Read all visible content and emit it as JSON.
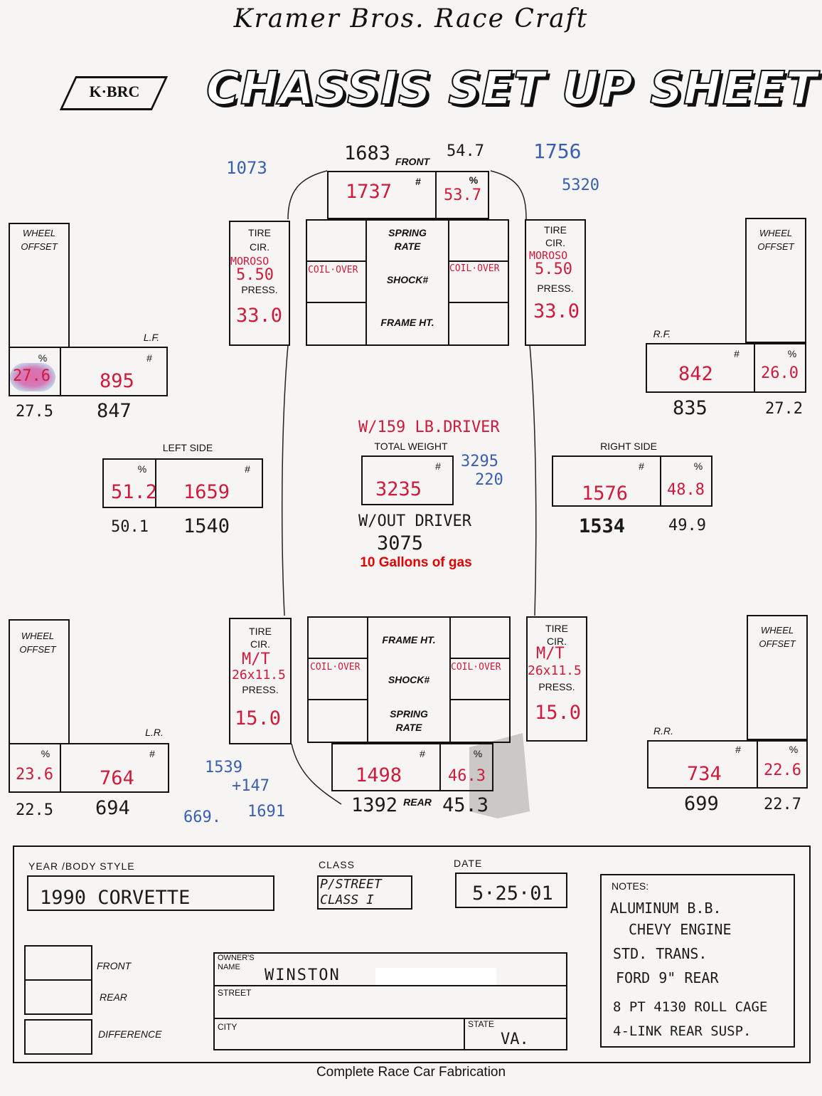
{
  "header": {
    "company": "Kramer Bros. Race Craft",
    "logo_text": "K·BRC",
    "title": "CHASSIS SET UP SHEET"
  },
  "front": {
    "label": "FRONT",
    "pounds_label": "#",
    "percent_label": "%",
    "pounds": "1737",
    "percent": "53.7",
    "above_pounds": "1683",
    "above_percent": "54.7",
    "note_left": "1073",
    "note_right_top": "1756",
    "note_right_bottom": "5320"
  },
  "rear": {
    "label": "REAR",
    "pounds_label": "#",
    "percent_label": "%",
    "pounds": "1498",
    "percent": "46.3",
    "below_pounds": "1392",
    "below_percent": "45.3",
    "calc_1": "1539",
    "calc_2": "+147",
    "calc_3": "669.",
    "calc_4": "1691"
  },
  "center_front": {
    "spring_rate": "SPRING\nRATE",
    "shock": "SHOCK#",
    "frame_ht": "FRAME HT.",
    "lf_coil": "COIL·OVER",
    "rf_coil": "COIL·OVER"
  },
  "center_rear": {
    "frame_ht": "FRAME HT.",
    "shock": "SHOCK#",
    "spring_rate": "SPRING\nRATE",
    "lr_coil": "COIL·OVER",
    "rr_coil": "COIL·OVER"
  },
  "tire_labels": {
    "tire": "TIRE",
    "cir": "CIR.",
    "press": "PRESS."
  },
  "lf": {
    "corner_label": "L.F.",
    "wheel_offset": "WHEEL\nOFFSET",
    "percent": "27.6",
    "pounds": "895",
    "below_percent": "27.5",
    "below_pounds": "847",
    "tire_brand": "MOROSO",
    "tire_cir": "5.50",
    "press": "33.0"
  },
  "rf": {
    "corner_label": "R.F.",
    "wheel_offset": "WHEEL\nOFFSET",
    "percent": "26.0",
    "pounds": "842",
    "below_percent": "27.2",
    "below_pounds": "835",
    "tire_brand": "MOROSO",
    "tire_cir": "5.50",
    "press": "33.0"
  },
  "lr": {
    "corner_label": "L.R.",
    "wheel_offset": "WHEEL\nOFFSET",
    "percent": "23.6",
    "pounds": "764",
    "below_percent": "22.5",
    "below_pounds": "694",
    "tire_brand": "M/T",
    "tire_cir": "26x11.5",
    "press": "15.0"
  },
  "rr": {
    "corner_label": "R.R.",
    "wheel_offset": "WHEEL\nOFFSET",
    "percent": "22.6",
    "pounds": "734",
    "below_percent": "22.7",
    "below_pounds": "699",
    "tire_brand": "M/T",
    "tire_cir": "26x11.5",
    "press": "15.0"
  },
  "left_side": {
    "label": "LEFT SIDE",
    "percent": "51.2",
    "pounds": "1659",
    "below_percent": "50.1",
    "below_pounds": "1540"
  },
  "right_side": {
    "label": "RIGHT SIDE",
    "percent": "48.8",
    "pounds": "1576",
    "below_percent": "49.9",
    "below_pounds": "1534"
  },
  "total": {
    "driver_note": "W/159 LB.DRIVER",
    "label": "TOTAL WEIGHT",
    "pounds": "3235",
    "calc_top": "3295",
    "calc_bottom": "220",
    "without_driver_label": "W/OUT DRIVER",
    "without_driver": "3075",
    "gas_note": "10 Gallons of gas"
  },
  "info": {
    "year_label": "YEAR /BODY STYLE",
    "year_value": "1990 CORVETTE",
    "class_label": "CLASS",
    "class_value_1": "P/STREET",
    "class_value_2": "CLASS I",
    "date_label": "DATE",
    "date_value": "5·25·01",
    "front_label": "FRONT",
    "rear_label": "REAR",
    "difference_label": "DIFFERENCE",
    "owner_label": "OWNER'S\nNAME",
    "owner_value": "WINSTON",
    "street_label": "STREET",
    "city_label": "CITY",
    "state_label": "STATE",
    "state_value": "VA."
  },
  "notes": {
    "label": "NOTES:",
    "lines": [
      "ALUMINUM B.B.",
      "CHEVY ENGINE",
      "STD. TRANS.",
      "FORD 9\" REAR",
      "8 PT 4130 ROLL CAGE",
      "4-LINK REAR SUSP."
    ]
  },
  "footer": "Complete Race Car Fabrication"
}
